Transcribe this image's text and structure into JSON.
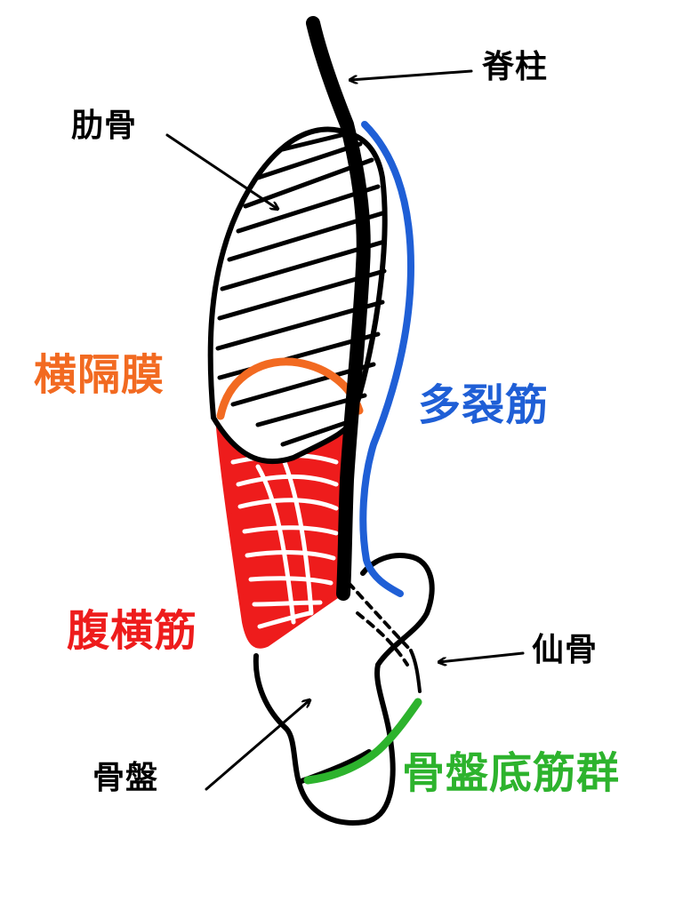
{
  "labels": {
    "spine": "脊柱",
    "ribs": "肋骨",
    "diaphragm": "横隔膜",
    "multifidus": "多裂筋",
    "transversus_abdominis": "腹横筋",
    "sacrum": "仙骨",
    "pelvis": "骨盤",
    "pelvic_floor": "骨盤底筋群"
  },
  "colors": {
    "outline": "#000000",
    "diaphragm": "#F26A21",
    "multifidus": "#1F5FD6",
    "transversus_abdominis": "#EE1C1C",
    "pelvic_floor": "#2DB32D",
    "label_text": "#000000"
  }
}
